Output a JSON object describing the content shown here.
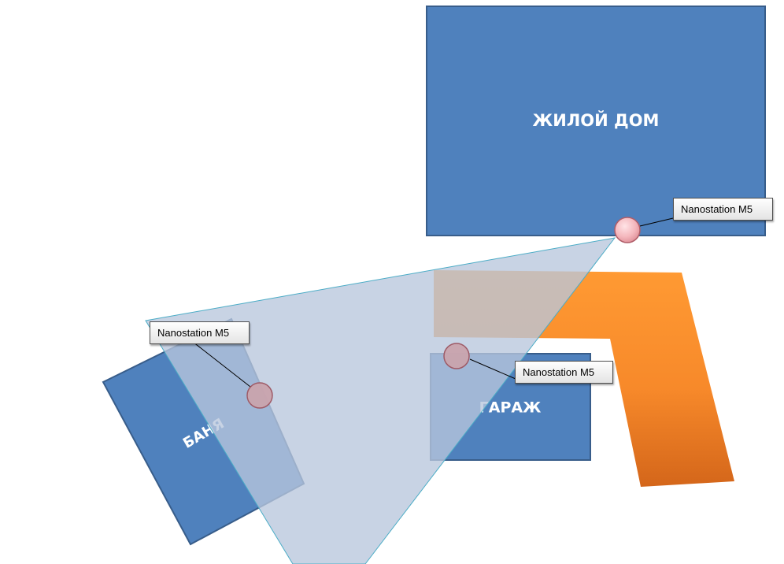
{
  "buildings": {
    "house": {
      "label": "ЖИЛОЙ ДОМ"
    },
    "garage": {
      "label": "ГАРАЖ"
    },
    "bathhouse": {
      "label": "БАНЯ"
    }
  },
  "devices": {
    "house_device": {
      "label": "Nanostation M5"
    },
    "garage_device": {
      "label": "Nanostation M5"
    },
    "bathhouse_device": {
      "label": "Nanostation M5"
    }
  },
  "colors": {
    "building_fill": "#4f81bd",
    "building_stroke": "#385d8a",
    "coverage_fill": "#b9c7dc",
    "coverage_stroke": "#4bacc6",
    "path_orange_light": "#ff9a33",
    "path_orange_dark": "#e46c0a",
    "device_fill": "#f2b8bd",
    "device_stroke": "#b05d68"
  }
}
